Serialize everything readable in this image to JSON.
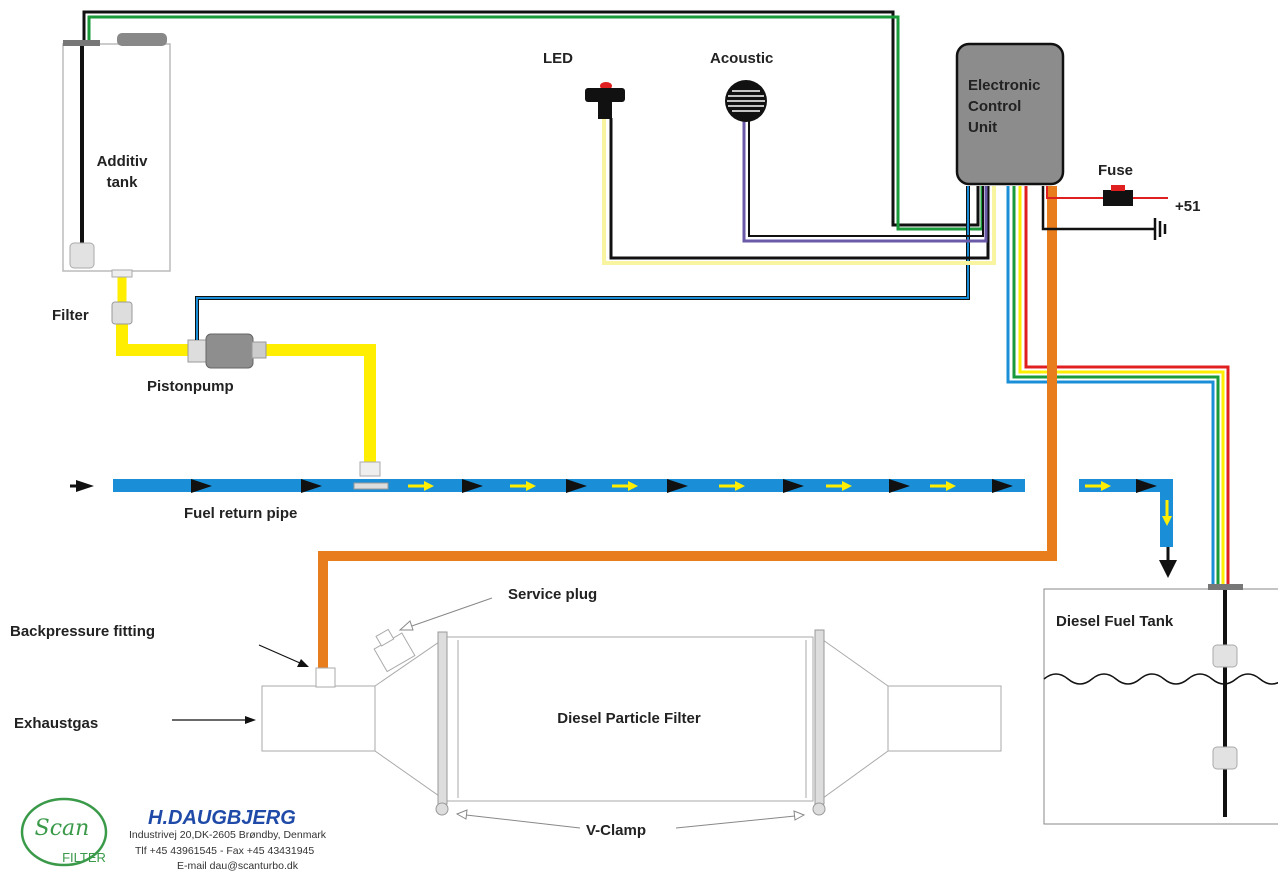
{
  "labels": {
    "led": "LED",
    "acoustic": "Acoustic",
    "ecu_line1": "Electronic",
    "ecu_line2": "Control",
    "ecu_line3": "Unit",
    "fuse": "Fuse",
    "plus51": "+51",
    "additiv_line1": "Additiv",
    "additiv_line2": "tank",
    "filter": "Filter",
    "pistonpump": "Pistonpump",
    "fuel_return_pipe": "Fuel return pipe",
    "service_plug": "Service plug",
    "backpressure_fitting": "Backpressure fitting",
    "exhaustgas": "Exhaustgas",
    "dpf": "Diesel Particle Filter",
    "diesel_fuel_tank": "Diesel Fuel Tank",
    "v_clamp": "V-Clamp"
  },
  "company": {
    "logo_text": "Scan",
    "logo_sub": "FILTER",
    "name": "H.DAUGBJERG",
    "address": "Industrivej 20,DK-2605 Brøndby, Denmark",
    "phone": "Tlf +45 43961545  -  Fax +45 43431945",
    "email": "E-mail dau@scanturbo.dk"
  },
  "colors": {
    "fuel_pipe": "#1a8fd8",
    "additive": "#ffee00",
    "pressure_tube": "#e87d1e",
    "wire_red": "#e02020",
    "wire_green": "#1a9a3a",
    "wire_purple": "#6a5aa8",
    "wire_black": "#111111",
    "ecu_fill": "#8c8c8c"
  }
}
